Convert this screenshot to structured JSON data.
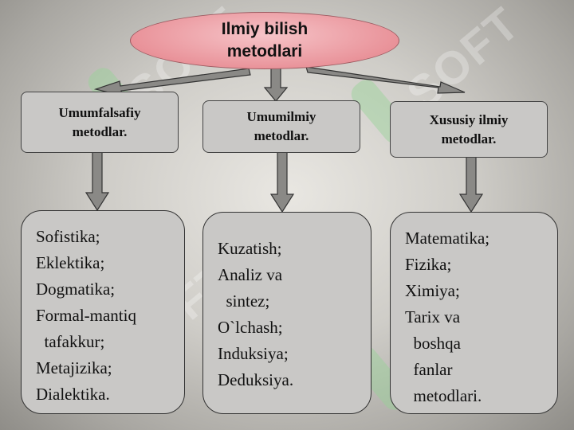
{
  "title": "Ilmiy bilish\nmetodlari",
  "categories": [
    {
      "heading": "Umumfalsafiy\nmetodlar.",
      "items": [
        "Sofistika;",
        "Eklektika;",
        "Dogmatika;",
        "Formal-mantiq",
        "  tafakkur;",
        "Metajizika;",
        "Dialektika."
      ]
    },
    {
      "heading": "Umumilmiy\nmetodlar.",
      "items": [
        "Kuzatish;",
        "Analiz va",
        "  sintez;",
        "O`lchash;",
        "Induksiya;",
        "Deduksiya."
      ]
    },
    {
      "heading": "Xususiy ilmiy\nmetodlar.",
      "items": [
        "Matematika;",
        "Fizika;",
        "Ximiya;",
        "Tarix va",
        "  boshqa",
        "  fanlar",
        "  metodlari."
      ]
    }
  ],
  "watermark": "SOFT"
}
